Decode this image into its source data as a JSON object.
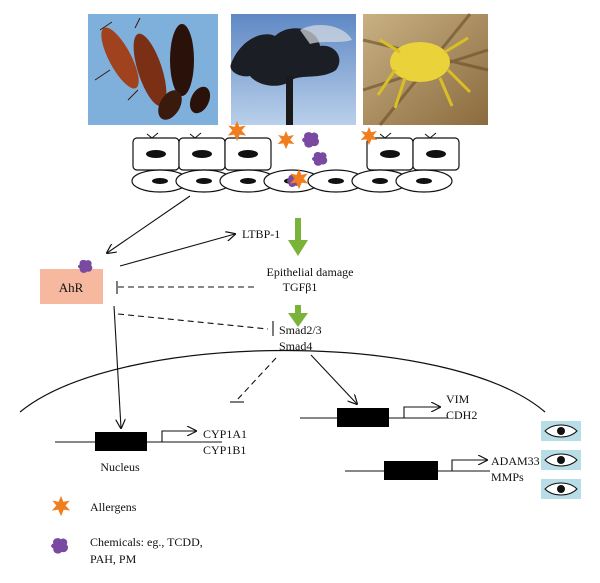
{
  "labels": {
    "ltbp1": "LTBP-1",
    "epithelial_damage": "Epithelial damage",
    "tgfb1": "TGFβ1",
    "ahr": "AhR",
    "smad23": "Smad2/3",
    "smad4": "Smad4",
    "vim": "VIM",
    "cdh2": "CDH2",
    "cyp1a1": "CYP1A1",
    "cyp1b1": "CYP1B1",
    "nucleus": "Nucleus",
    "adam33": "ADAM33",
    "mmps": "MMPs"
  },
  "legend": [
    {
      "icon": "allergen-star-icon",
      "text": "Allergens"
    },
    {
      "icon": "chemical-blob-icon",
      "lines": [
        "Chemicals: eg., TCDD,",
        "PAH, PM"
      ]
    }
  ],
  "photos": [
    {
      "icon": "cockroach-photo-icon"
    },
    {
      "icon": "smokestack-photo-icon"
    },
    {
      "icon": "dust-mite-photo-icon"
    }
  ],
  "colors": {
    "ahr_box": "#f6b9a0",
    "green_arrow": "#7ab33a",
    "allergen_orange": "#f07d1e",
    "chemical_purple": "#7a4aa0",
    "cell_eye_box": "#b9dde6"
  }
}
